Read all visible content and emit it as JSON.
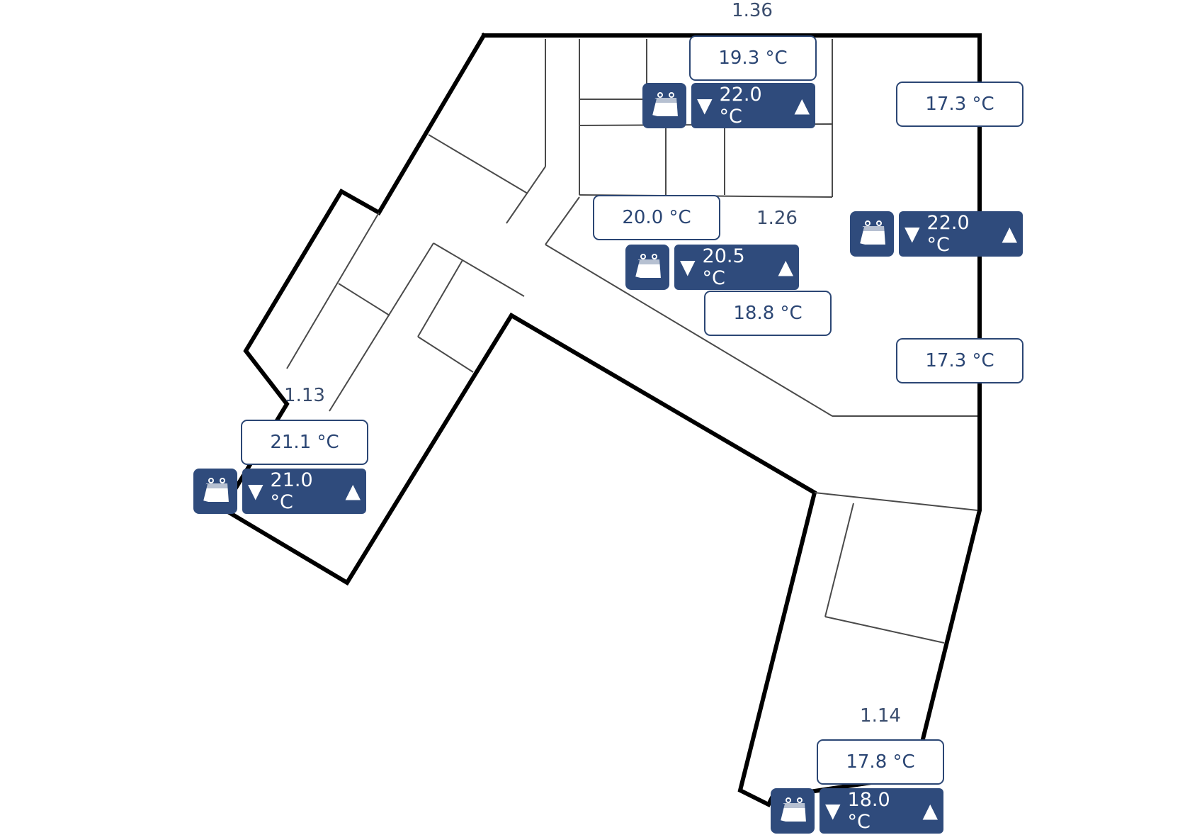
{
  "colors": {
    "accent": "#2f4b7c",
    "text": "#2b4674",
    "wall": "#000000"
  },
  "icons": {
    "schedule": "calendar-icon"
  },
  "rooms": {
    "r136": {
      "label": "1.36",
      "temp": "19.3 °C",
      "setpoint": "22.0 °C"
    },
    "r126": {
      "label": "1.26",
      "temp": "20.0 °C",
      "setpoint": "20.5 °C",
      "temp2": "18.8 °C"
    },
    "right": {
      "temp_top": "17.3 °C",
      "setpoint": "22.0 °C",
      "temp_bottom": "17.3 °C"
    },
    "r113": {
      "label": "1.13",
      "temp": "21.1 °C",
      "setpoint": "21.0 °C"
    },
    "r114": {
      "label": "1.14",
      "temp": "17.8 °C",
      "setpoint": "18.0 °C"
    }
  },
  "controls": {
    "down": "▼",
    "up": "▲"
  }
}
